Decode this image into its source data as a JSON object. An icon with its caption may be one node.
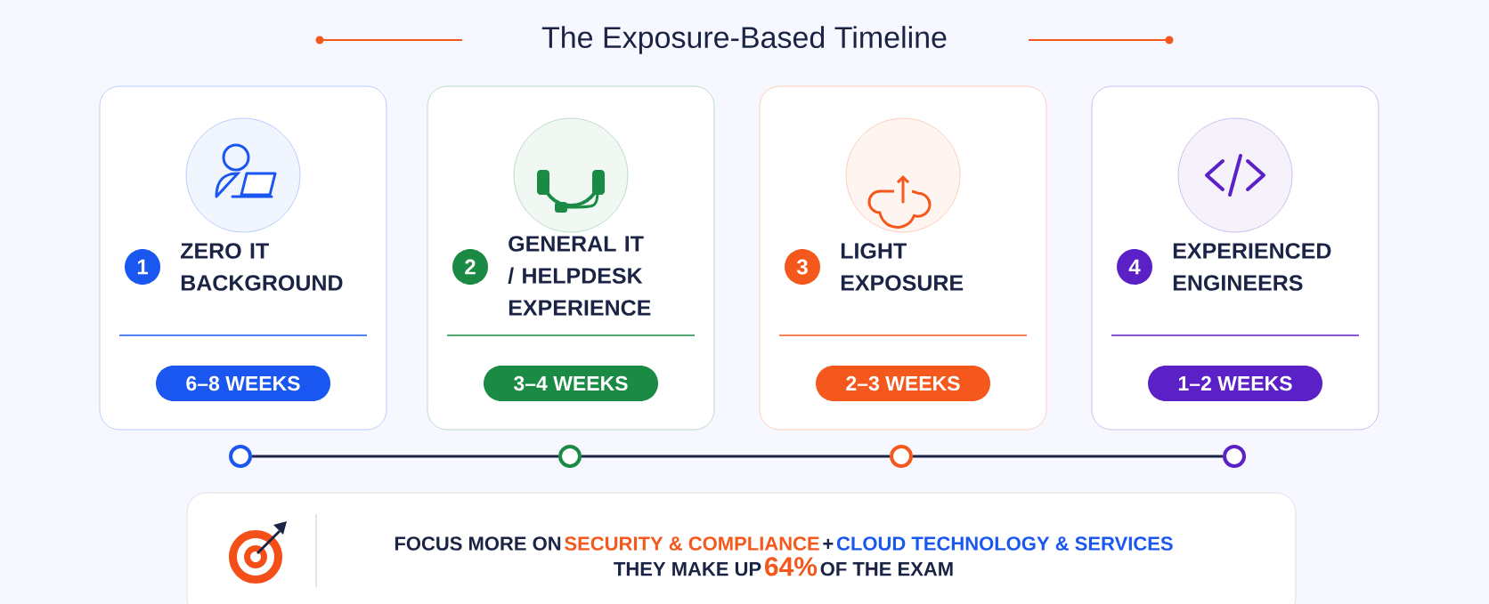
{
  "diagram": {
    "title": "The Exposure-Based Timeline",
    "nodes": [
      {
        "text": [
          "1",
          "ZERO IT BACKGROUND",
          "6–8 WEEKS"
        ]
      },
      {
        "text": [
          "2",
          "GENERAL IT / HELPDESK EXPERIENCE",
          "3–4 WEEKS"
        ]
      },
      {
        "text": [
          "3",
          "LIGHT EXPOSURE",
          "2–3 WEEKS"
        ]
      },
      {
        "text": [
          "4",
          "EXPERIENCED ENGINEERS",
          "1–2 WEEKS"
        ]
      },
      {
        "text": [],
        "shape": "circle"
      },
      {
        "text": [],
        "shape": "circle"
      },
      {
        "text": [],
        "shape": "circle"
      },
      {
        "text": [],
        "shape": "circle"
      },
      {
        "text": [
          "FOCUS MORE ON",
          "SECURITY & COMPLIANCE",
          "+",
          "CLOUD TECHNOLOGY & SERVICES",
          "THEY MAKE UP",
          "64%",
          "OF THE EXAM"
        ]
      }
    ],
    "edges": [
      {
        "from": 4,
        "to": 5,
        "arrow": "none"
      },
      {
        "from": 5,
        "to": 6,
        "arrow": "none"
      },
      {
        "from": 6,
        "to": 7,
        "arrow": "none"
      }
    ]
  }
}
